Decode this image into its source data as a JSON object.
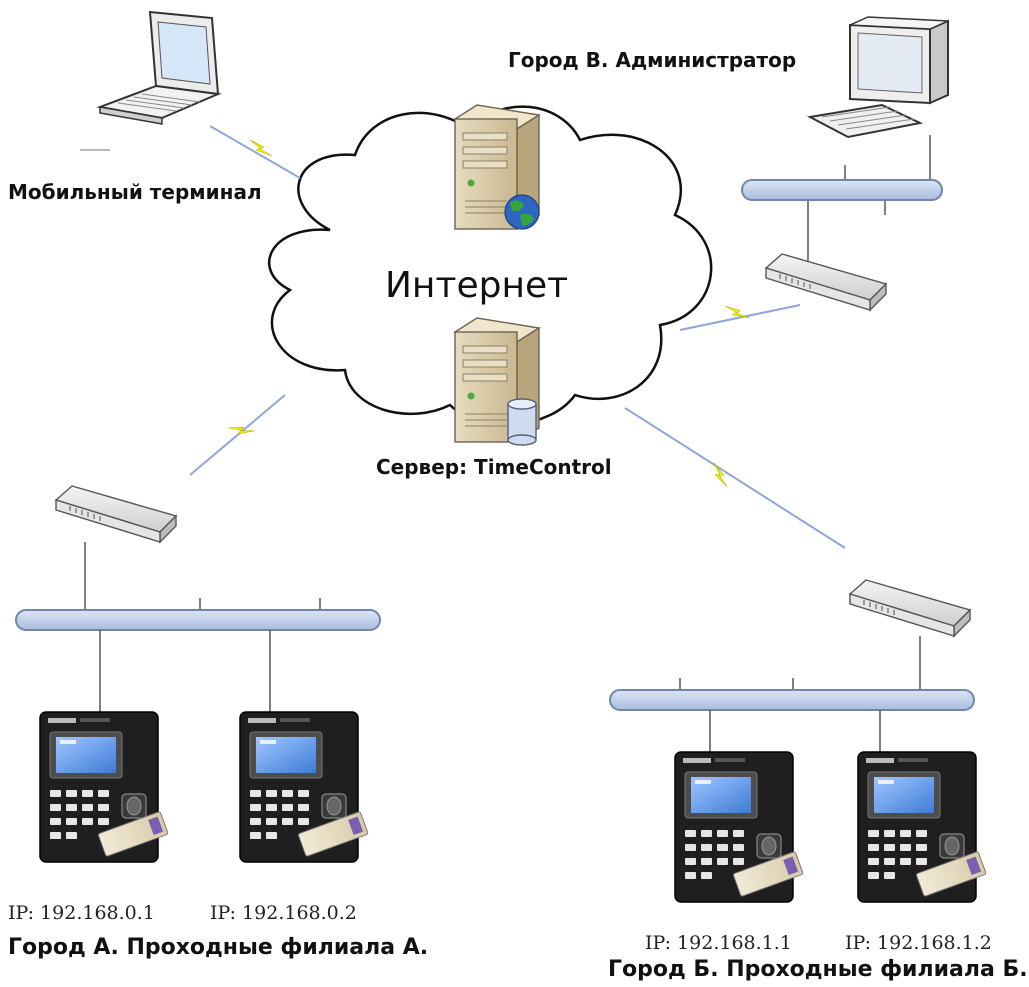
{
  "diagram": {
    "internet_label": "Интернет",
    "server_label": "Сервер: TimeControl",
    "mobile_label": "Мобильный терминал",
    "admin_label": "Город В. Администратор",
    "city_a": {
      "title": "Город А. Проходные филиала А.",
      "terminals": [
        {
          "ip": "IP: 192.168.0.1"
        },
        {
          "ip": "IP: 192.168.0.2"
        }
      ]
    },
    "city_b": {
      "title": "Город Б. Проходные филиала Б.",
      "terminals": [
        {
          "ip": "IP: 192.168.1.1"
        },
        {
          "ip": "IP: 192.168.1.2"
        }
      ]
    }
  },
  "icons": [
    "laptop-icon",
    "desktop-computer-icon",
    "server-icon",
    "globe-icon",
    "database-icon",
    "network-switch-icon",
    "fingerprint-terminal-icon",
    "wireless-link-icon",
    "cloud-icon"
  ],
  "colors": {
    "bus": "#b9cbe6",
    "bus_stroke": "#7d93b8",
    "lightning": "#f2f200",
    "link": "#8fa6d6"
  }
}
